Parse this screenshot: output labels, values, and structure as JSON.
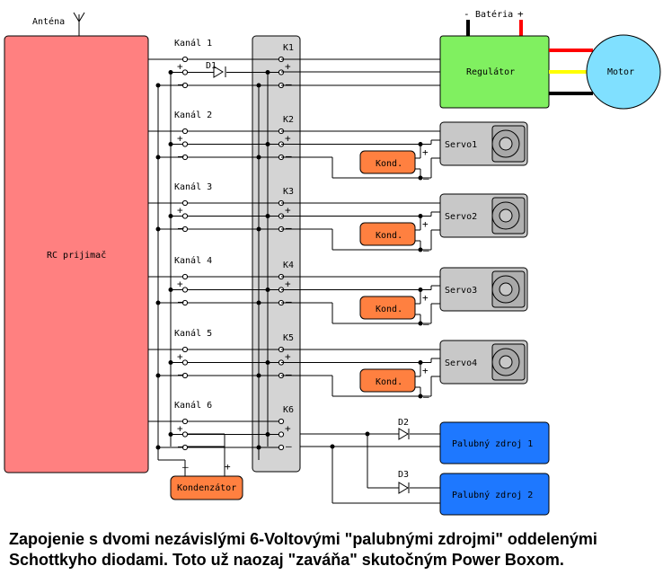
{
  "antenna_label": "Anténa",
  "receiver_label": "RC prijimač",
  "battery_label": "Batéria",
  "battery_minus": "-",
  "battery_plus": "+",
  "regulator_label": "Regulátor",
  "motor_label": "Motor",
  "channels": [
    {
      "label": "Kanál 1",
      "k": "K1"
    },
    {
      "label": "Kanál 2",
      "k": "K2"
    },
    {
      "label": "Kanál 3",
      "k": "K3"
    },
    {
      "label": "Kanál 4",
      "k": "K4"
    },
    {
      "label": "Kanál 5",
      "k": "K5"
    },
    {
      "label": "Kanál 6",
      "k": "K6"
    }
  ],
  "servos": [
    {
      "label": "Servo1",
      "cap": "Kond."
    },
    {
      "label": "Servo2",
      "cap": "Kond."
    },
    {
      "label": "Servo3",
      "cap": "Kond."
    },
    {
      "label": "Servo4",
      "cap": "Kond."
    }
  ],
  "diode_d1": "D1",
  "diode_d2": "D2",
  "diode_d3": "D3",
  "capacitor_label": "Kondenzátor",
  "supply1_label": "Palubný zdroj 1",
  "supply2_label": "Palubný zdroj 2",
  "plus_sign": "+",
  "minus_sign": "–",
  "caption_line1": "Zapojenie s dvomi nezávislými 6-Voltovými \"palubnými zdrojmi\" oddelenými",
  "caption_line2": "Schottkyho diodami. Toto už naozaj \"zaváňa\" skutočným Power Boxom.",
  "colors": {
    "receiver": "#ff8080",
    "connector_strip": "#d4d4d4",
    "regulator": "#80f060",
    "motor": "#80e0ff",
    "servo": "#c8c8c8",
    "capacitor": "#ff8040",
    "supply": "#1e78ff",
    "wire_red": "#ff0000",
    "wire_yellow": "#ffff00"
  }
}
